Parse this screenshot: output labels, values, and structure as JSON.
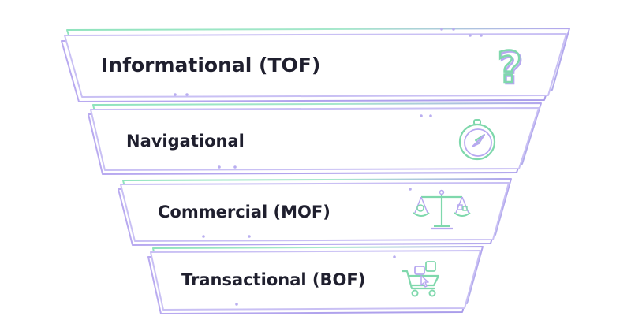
{
  "diagram": {
    "type": "search-intent-funnel",
    "colors": {
      "line_mint": "#9fe6c4",
      "line_lavender": "#b6a9ee",
      "icon_mint": "#7fd8ac",
      "icon_lavender": "#b7a8f0",
      "text": "#1f1f2e"
    },
    "stages": [
      {
        "label": "Informational (TOF)",
        "icon": "question-mark-icon"
      },
      {
        "label": "Navigational",
        "icon": "compass-icon"
      },
      {
        "label": "Commercial (MOF)",
        "icon": "balance-scale-icon"
      },
      {
        "label": "Transactional (BOF)",
        "icon": "shopping-cart-icon"
      }
    ]
  }
}
